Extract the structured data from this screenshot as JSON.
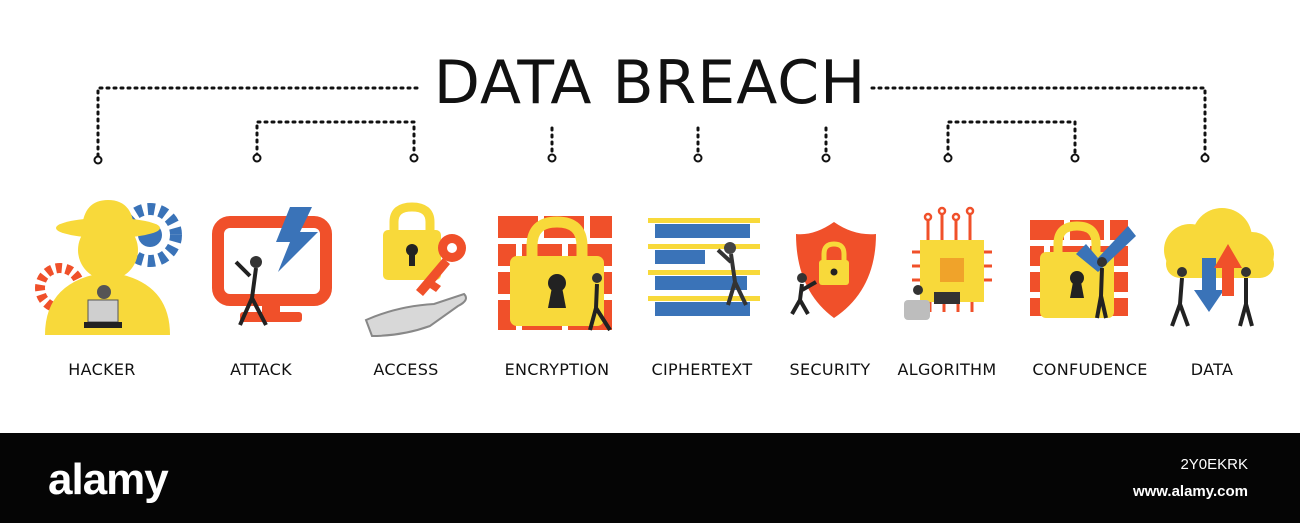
{
  "title": "DATA BREACH",
  "colors": {
    "yellow": "#f8d93a",
    "red": "#f0502a",
    "blue": "#3a73b8",
    "dark": "#111111"
  },
  "items": [
    {
      "label": "HACKER",
      "icon": "hacker-icon"
    },
    {
      "label": "ATTACK",
      "icon": "monitor-lightning-icon"
    },
    {
      "label": "ACCESS",
      "icon": "lock-key-icon"
    },
    {
      "label": "ENCRYPTION",
      "icon": "padlock-brick-icon"
    },
    {
      "label": "CIPHERTEXT",
      "icon": "striped-bars-icon"
    },
    {
      "label": "SECURITY",
      "icon": "shield-lock-icon"
    },
    {
      "label": "ALGORITHM",
      "icon": "chip-icon"
    },
    {
      "label": "CONFUDENCE",
      "icon": "padlock-check-icon"
    },
    {
      "label": "DATA",
      "icon": "cloud-arrows-icon"
    }
  ],
  "watermark": {
    "logo": "alamy",
    "image_id": "2Y0EKRK",
    "url": "www.alamy.com"
  }
}
